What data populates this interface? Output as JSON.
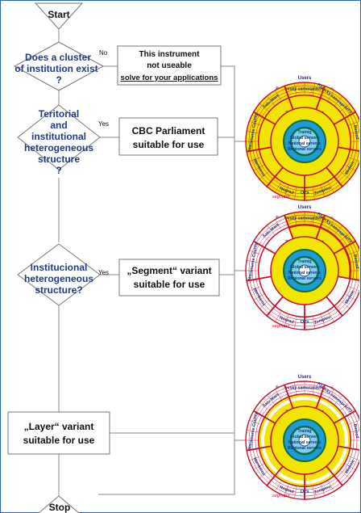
{
  "flow": {
    "start": "Start",
    "stop": "Stop",
    "decision1": {
      "lines": [
        "Does a cluster",
        "of institution exist",
        "?"
      ],
      "branch_label": "No"
    },
    "decision2": {
      "lines": [
        "Teritorial",
        "and",
        "institutional",
        "heterogeneous",
        "structure",
        "?"
      ],
      "branch_label": "Yes"
    },
    "decision3": {
      "lines": [
        "Institucional",
        "heterogeneous",
        "structure?"
      ],
      "branch_label": "Yes"
    },
    "box1": {
      "lines": [
        "This instrument",
        "not useable",
        "solve for your applications"
      ]
    },
    "box2": {
      "lines": [
        "CBC Parliament",
        "suitable for use"
      ]
    },
    "box3": {
      "lines": [
        "„Segment“ variant",
        "suitable for use"
      ]
    },
    "box4": {
      "lines": [
        "„Layer“ variant",
        "suitable for use"
      ]
    }
  },
  "wheels": [
    {
      "variant": "parliament",
      "top_label": "Users",
      "inner_ring_label": "Techical support",
      "center_lines": [
        "Trainig",
        "Global servers",
        "National servers",
        "Regional servers"
      ],
      "sector_labels": [
        "Prešovský samosprávny kraj",
        "Košický samosprávny kraj",
        "Borsod",
        "Miskolc",
        "Zemplen",
        "Nograd",
        "Marmaros",
        "Maramures County",
        "Satu Mare"
      ],
      "bottom_label": "segment",
      "outer_bottom": "Ozs",
      "colors": {
        "fill": "#f2e600",
        "line": "#c8102e",
        "center": "#1e9ad6",
        "inner": "#0a6e3a"
      }
    },
    {
      "variant": "segment",
      "top_label": "Users",
      "inner_ring_label": "Techical support",
      "center_lines": [
        "Trainig",
        "Global servers",
        "National servers",
        "Regional servers"
      ],
      "sector_labels": [
        "Prešovský samosprávny kraj",
        "Košický samosprávny kraj",
        "Borsod",
        "Miskolc",
        "Zemplen",
        "Nograd",
        "Marmaros",
        "Maramures County",
        "Satu Mare"
      ],
      "bottom_label": "segment",
      "outer_bottom": "Ozs",
      "colors": {
        "fill": "#f2e600",
        "line": "#c8102e",
        "center": "#1e9ad6",
        "inner": "#0a6e3a"
      }
    },
    {
      "variant": "layer",
      "top_label": "Users",
      "inner_ring_label": "Techical support",
      "center_lines": [
        "Trainig",
        "Global servers",
        "National servers",
        "Regional servers"
      ],
      "sector_labels": [
        "Prešovský samosprávny kraj",
        "Košický samosprávny kraj",
        "Borsod",
        "Miskolc",
        "Zemplen",
        "Nograd",
        "Marmaros",
        "Maramures County",
        "Satu Mare"
      ],
      "bottom_label": "segment",
      "outer_bottom": "Ozs",
      "colors": {
        "fill": "#f2e600",
        "line": "#c8102e",
        "center": "#1e9ad6",
        "inner": "#0a6e3a"
      }
    }
  ],
  "colors": {
    "frame": "#2b66b5",
    "decision_text": "#1f3a8a",
    "shape_stroke": "#777777"
  }
}
